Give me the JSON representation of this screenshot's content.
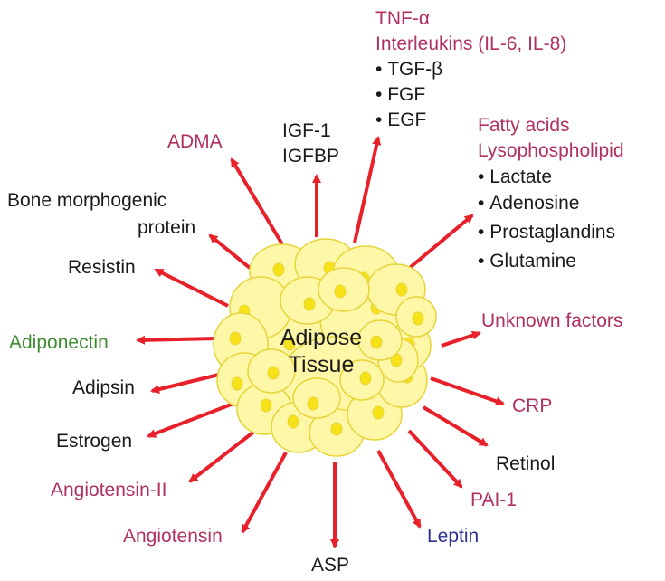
{
  "center": {
    "line1": "Adipose",
    "line2": "Tissue"
  },
  "colors": {
    "arrow": "#e8202a",
    "red_label": "#b0305e",
    "green_label": "#3d8b2f",
    "blue_label": "#2e3192",
    "black_label": "#1a1a1a",
    "cell_fill": "#fff7a8",
    "cell_stroke": "#e6d43a",
    "nucleus": "#f7e21a"
  },
  "labels": {
    "tnf": "TNF-α",
    "interleukins": "Interleukins (IL-6, IL-8)",
    "tgf": "TGF-β",
    "fgf": "FGF",
    "egf": "EGF",
    "igf1": "IGF-1",
    "igfbp": "IGFBP",
    "fatty_acids": "Fatty acids",
    "lysophospholipid": "Lysophospholipid",
    "lactate": "Lactate",
    "adenosine": "Adenosine",
    "prostaglandins": "Prostaglandins",
    "glutamine": "Glutamine",
    "adma": "ADMA",
    "bmp_line1": "Bone morphogenic",
    "bmp_line2": "protein",
    "resistin": "Resistin",
    "adiponectin": "Adiponectin",
    "adipsin": "Adipsin",
    "estrogen": "Estrogen",
    "angiotensin_ii": "Angiotensin-II",
    "angiotensin": "Angiotensin",
    "asp": "ASP",
    "leptin": "Leptin",
    "pai1": "PAI-1",
    "retinol": "Retinol",
    "crp": "CRP",
    "unknown": "Unknown factors"
  }
}
